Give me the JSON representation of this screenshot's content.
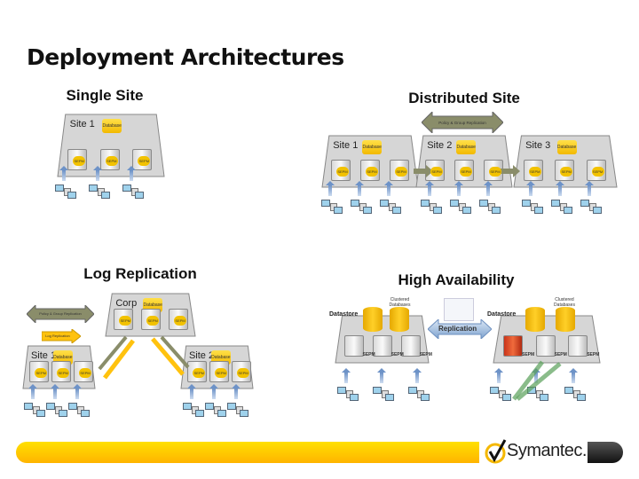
{
  "slide": {
    "title": "Deployment Architectures"
  },
  "sections": {
    "single": {
      "heading": "Single Site",
      "sites": [
        {
          "label": "Site 1",
          "db": "Database",
          "server": "SEPM"
        }
      ]
    },
    "distributed": {
      "heading": "Distributed Site",
      "replication_label": "Policy & Group Replication",
      "sites": [
        {
          "label": "Site 1",
          "db": "Database",
          "server": "SEPM"
        },
        {
          "label": "Site 2",
          "db": "Database",
          "server": "SEPM"
        },
        {
          "label": "Site 3",
          "db": "Database",
          "server": "SEPM"
        }
      ]
    },
    "log": {
      "heading": "Log Replication",
      "policy_label": "Policy & Group Replication",
      "log_label": "Log Replication",
      "sites": [
        {
          "label": "Corp",
          "db": "Database",
          "server": "SEPM"
        },
        {
          "label": "Site 1",
          "db": "Database",
          "server": "SEPM"
        },
        {
          "label": "Site 2",
          "db": "Database",
          "server": "SEPM"
        }
      ]
    },
    "ha": {
      "heading": "High Availability",
      "replication_label": "Replication",
      "datastore_label": "Datastore",
      "cluster_label": "Clustered Databases",
      "server": "SEPM"
    }
  },
  "footer": {
    "brand": "Symantec.",
    "bar_color": "#ffc20e",
    "failed_server_color": "#d9431f"
  }
}
